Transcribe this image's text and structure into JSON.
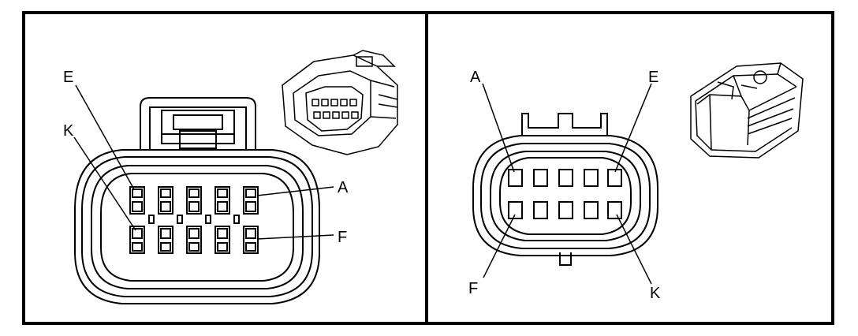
{
  "left_panel": {
    "label_E": "E",
    "label_K": "K",
    "label_A": "A",
    "label_F": "F"
  },
  "right_panel": {
    "label_A": "A",
    "label_E": "E",
    "label_F": "F",
    "label_K": "K"
  },
  "colors": {
    "line": "#000000",
    "background": "#ffffff"
  }
}
